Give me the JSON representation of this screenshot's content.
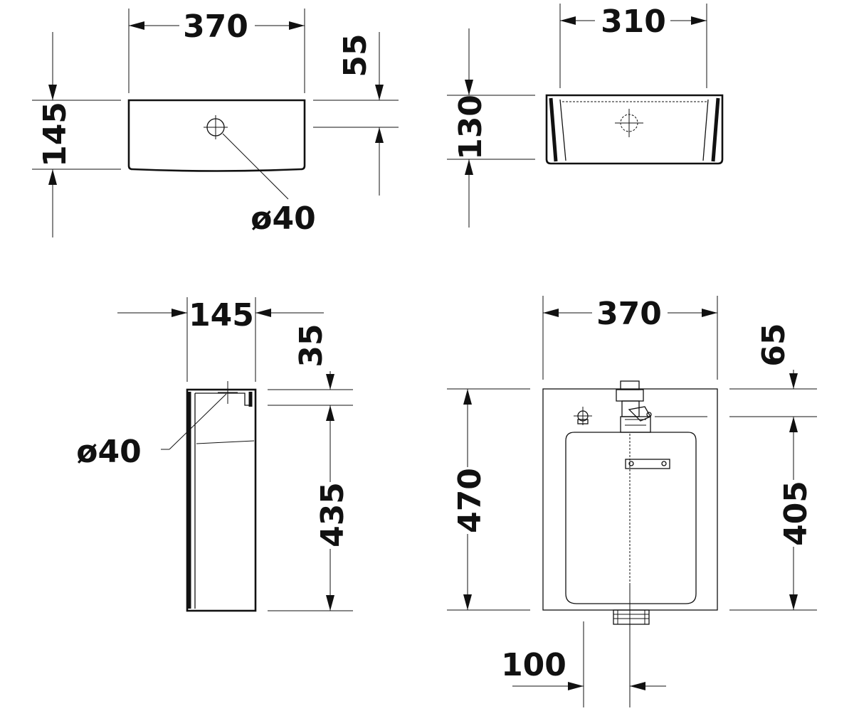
{
  "views": {
    "top_view": {
      "width": "370",
      "height": "145",
      "offset": "55",
      "hole": "ø40"
    },
    "top_right_view": {
      "width": "310",
      "height": "130"
    },
    "side_view": {
      "width": "145",
      "offset": "35",
      "height": "435",
      "hole": "ø40"
    },
    "front_view": {
      "width": "370",
      "height": "470",
      "offset": "65",
      "inner_height": "405",
      "outlet": "100"
    }
  }
}
